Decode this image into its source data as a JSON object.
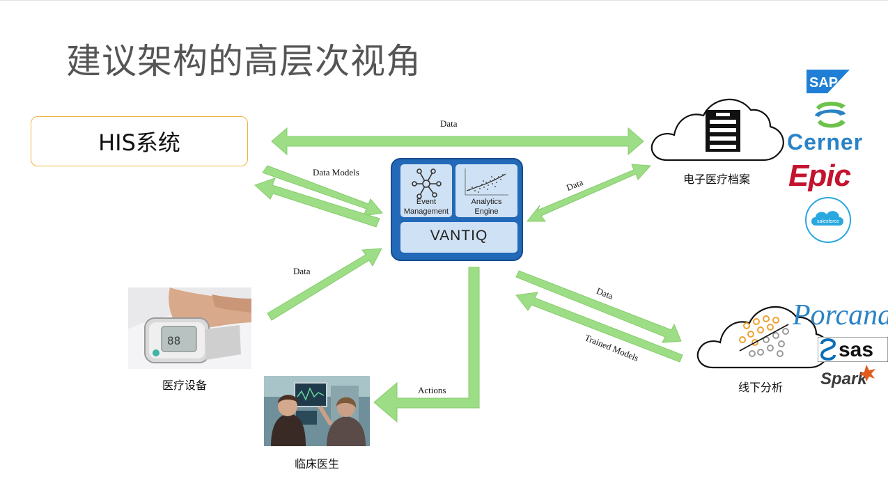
{
  "title": "建议架构的高层次视角",
  "his": {
    "label": "HIS系统"
  },
  "vantiq": {
    "event_label_1": "Event",
    "event_label_2": "Management",
    "analytics_label_1": "Analytics",
    "analytics_label_2": "Engine",
    "brand": "VANTIQ"
  },
  "edges": {
    "his_ehr": "Data",
    "his_vantiq": "Data Models",
    "device_vantiq": "Data",
    "vantiq_ehr": "Data",
    "vantiq_offline": "Data",
    "offline_vantiq": "Trained Models",
    "vantiq_clinician": "Actions"
  },
  "nodes": {
    "ehr": "电子医疗档案",
    "offline": "线下分析",
    "device": "医疗设备",
    "clinician": "临床医生"
  },
  "logos": {
    "sap": "SAP",
    "cerner": "Cerner",
    "epic": "Epic",
    "salesforce": "salesforce",
    "porcana": "Porcana",
    "sas": "sas",
    "spark": "Spark"
  },
  "colors": {
    "arrow": "#9ddd85",
    "vantiq_blue": "#2269b8",
    "his_border": "#f0b43c",
    "epic_red": "#c4122f",
    "cerner_blue": "#2a83c6",
    "sas_blue": "#0b6fb8"
  }
}
